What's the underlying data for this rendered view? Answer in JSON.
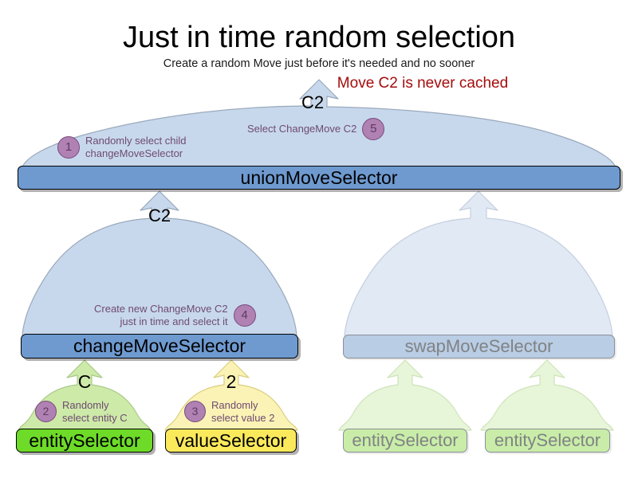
{
  "header": {
    "title": "Just in time random selection",
    "subtitle": "Create a random Move just before it's needed and no sooner",
    "warning": "Move C2 is never cached",
    "warning_color": "#a50c0c"
  },
  "nodes": {
    "union": {
      "label": "unionMoveSelector",
      "fill": "#6e9ad0",
      "text_color": "#000000"
    },
    "change": {
      "label": "changeMoveSelector",
      "fill": "#6e9ad0",
      "text_color": "#000000"
    },
    "swap": {
      "label": "swapMoveSelector",
      "fill": "#b9cde4",
      "text_color": "#808285"
    },
    "entity": {
      "label": "entitySelector",
      "fill": "#6ddb28",
      "text_color": "#000000"
    },
    "value": {
      "label": "valueSelector",
      "fill": "#fbe95c",
      "text_color": "#000000"
    },
    "swap_entity_1": {
      "label": "entitySelector",
      "fill": "#c9eda8",
      "text_color": "#808285"
    },
    "swap_entity_2": {
      "label": "entitySelector",
      "fill": "#c9eda8",
      "text_color": "#808285"
    }
  },
  "arrow_labels": {
    "union_out": "C2",
    "change_out": "C2",
    "entity_out": "C",
    "value_out": "2"
  },
  "annotations": [
    {
      "number": "1",
      "text": "Randomly select child\nchangeMoveSelector"
    },
    {
      "number": "2",
      "text": "Randomly\nselect entity C"
    },
    {
      "number": "3",
      "text": "Randomly\nselect value 2"
    },
    {
      "number": "4",
      "text": "Create new ChangeMove C2\njust in time and select it"
    },
    {
      "number": "5",
      "text": "Select ChangeMove C2"
    }
  ],
  "palette": {
    "arrow_blue_fill": "#c7d8ec",
    "arrow_blue_faded": "#e1e9f4",
    "arrow_green_fill": "#cdeaa8",
    "arrow_green_faded": "#e7f5d8",
    "arrow_yellow_fill": "#fbf3b5",
    "arrow_stroke": "#9aa9bb",
    "annotation_purple": "#6f4a72",
    "circle_fill": "#b081b3",
    "circle_stroke": "#7a4b7d"
  }
}
